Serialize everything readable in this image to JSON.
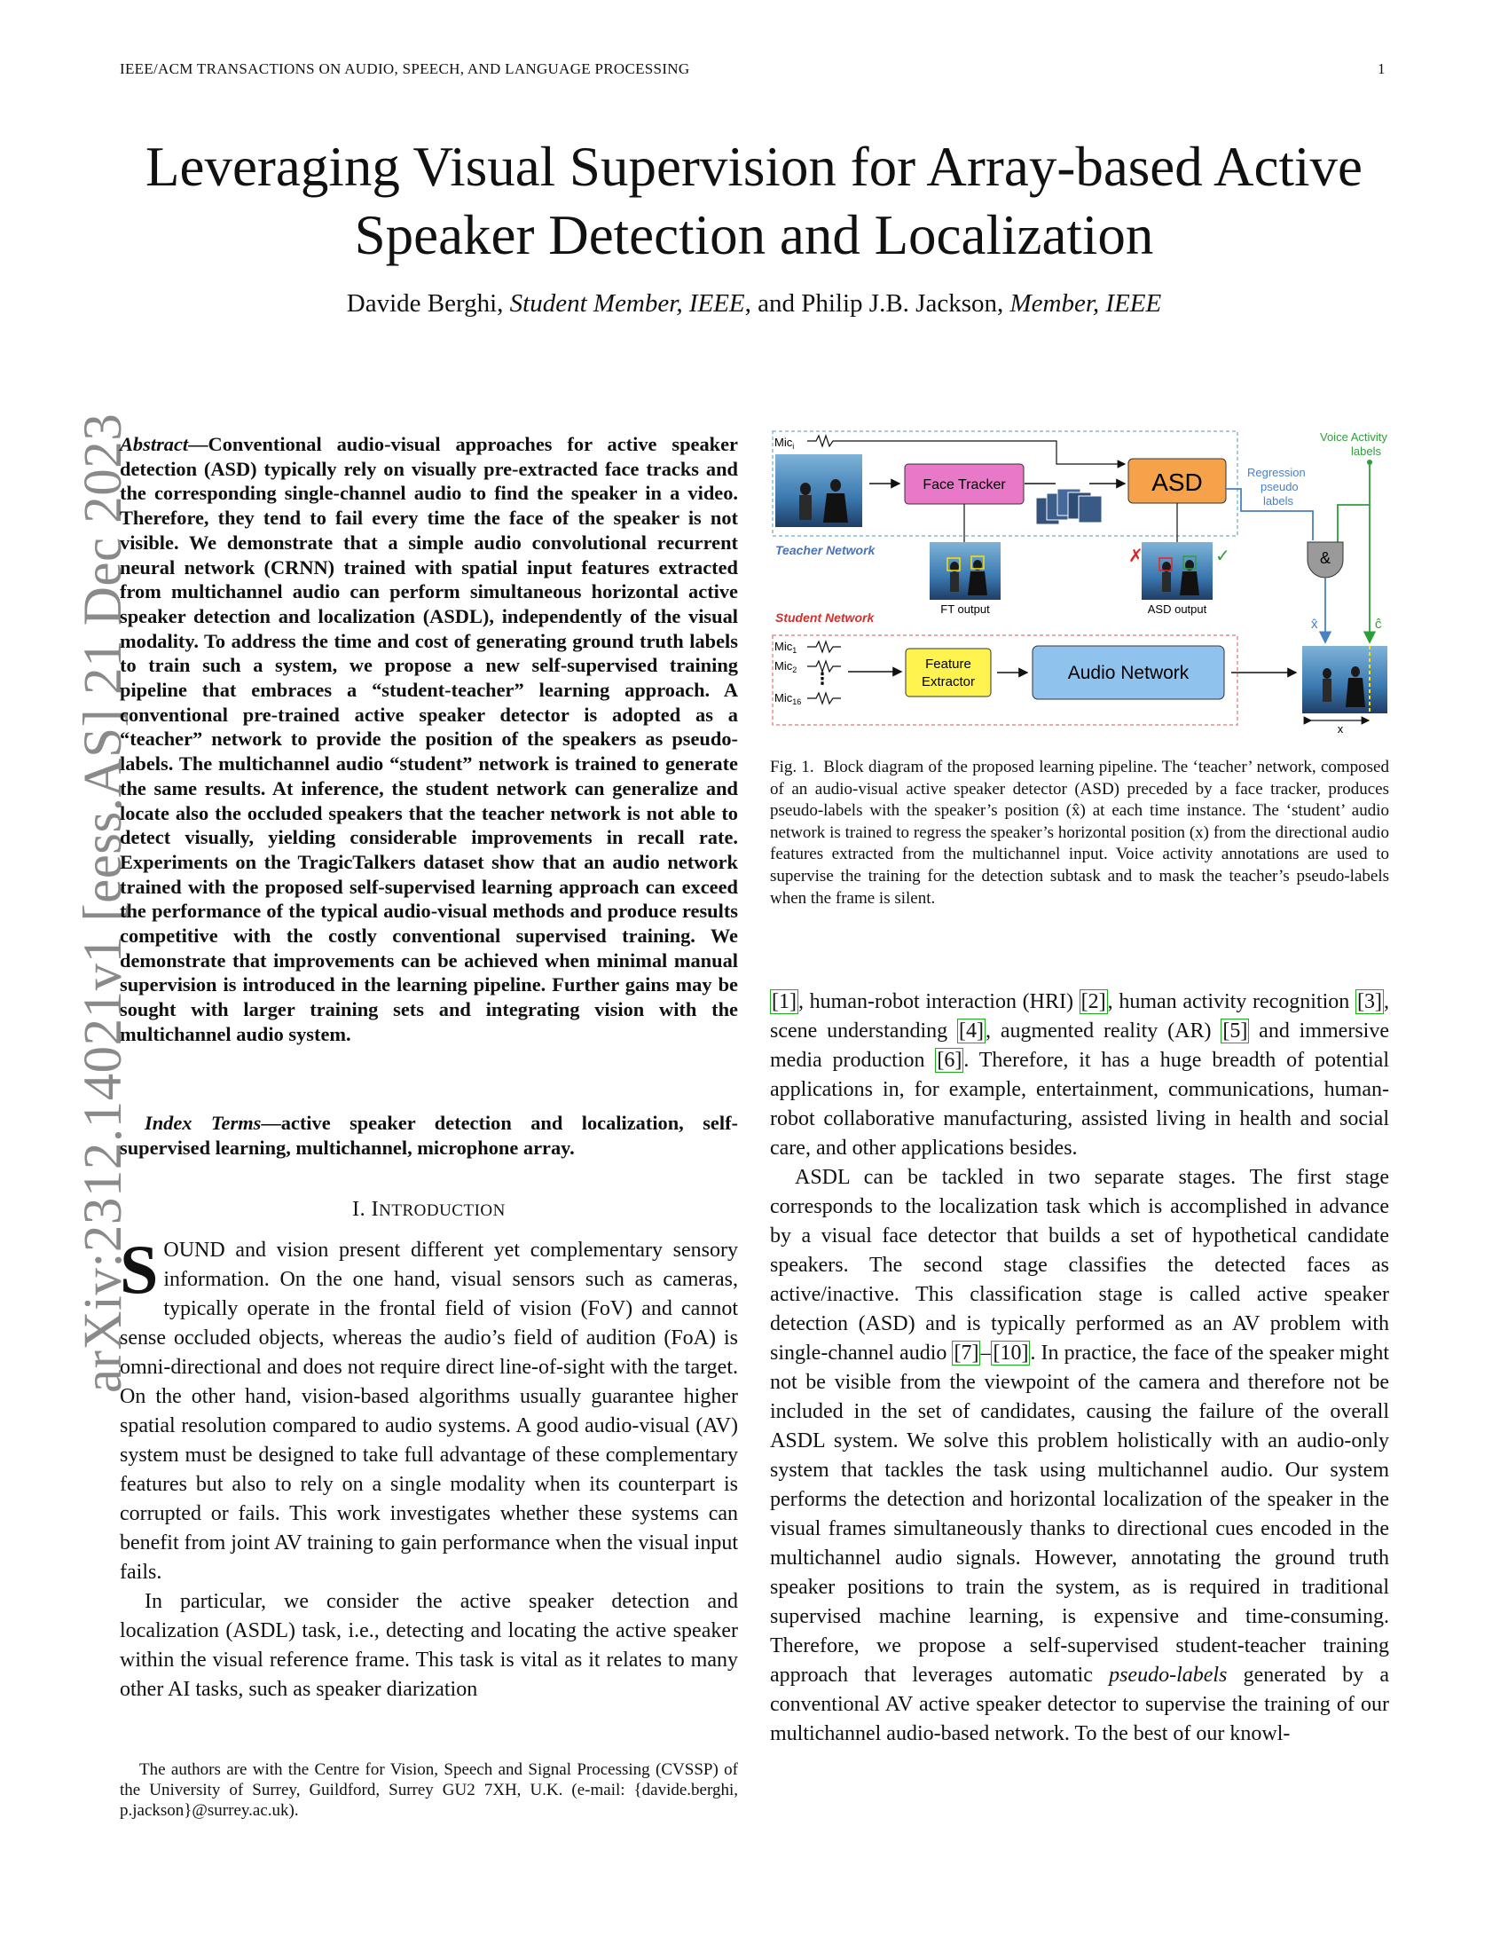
{
  "header": {
    "running_title": "IEEE/ACM TRANSACTIONS ON AUDIO, SPEECH, AND LANGUAGE PROCESSING",
    "page_number": "1"
  },
  "arxiv_id": "arXiv:2312.14021v1  [eess.AS]  21 Dec 2023",
  "title": "Leveraging Visual Supervision for Array-based Active Speaker Detection and Localization",
  "authors": {
    "a1": "Davide Berghi, ",
    "a1_role": "Student Member, IEEE",
    "and": ", and Philip J.B. Jackson, ",
    "a2_role": "Member, IEEE"
  },
  "abstract": {
    "label": "Abstract",
    "text": "—Conventional audio-visual approaches for active speaker detection (ASD) typically rely on visually pre-extracted face tracks and the corresponding single-channel audio to find the speaker in a video. Therefore, they tend to fail every time the face of the speaker is not visible. We demonstrate that a simple audio convolutional recurrent neural network (CRNN) trained with spatial input features extracted from multichannel audio can perform simultaneous horizontal active speaker detection and localization (ASDL), independently of the visual modality. To address the time and cost of generating ground truth labels to train such a system, we propose a new self-supervised training pipeline that embraces a “student-teacher” learning approach. A conventional pre-trained active speaker detector is adopted as a “teacher” network to provide the position of the speakers as pseudo-labels. The multichannel audio “student” network is trained to generate the same results. At inference, the student network can generalize and locate also the occluded speakers that the teacher network is not able to detect visually, yielding considerable improvements in recall rate. Experiments on the TragicTalkers dataset show that an audio network trained with the proposed self-supervised learning approach can exceed the performance of the typical audio-visual methods and produce results competitive with the costly conventional supervised training. We demonstrate that improvements can be achieved when minimal manual supervision is introduced in the learning pipeline. Further gains may be sought with larger training sets and integrating vision with the multichannel audio system."
  },
  "index_terms": {
    "label": "Index Terms",
    "text": "—active speaker detection and localization, self-supervised learning, multichannel, microphone array."
  },
  "section": {
    "numeral": "I. I",
    "name": "NTRODUCTION"
  },
  "intro": {
    "dropcap": "S",
    "p1": "OUND and vision present different yet complementary sensory information. On the one hand, visual sensors such as cameras, typically operate in the frontal field of vision (FoV) and cannot sense occluded objects, whereas the audio’s field of audition (FoA) is omni-directional and does not require direct line-of-sight with the target. On the other hand, vision-based algorithms usually guarantee higher spatial resolution compared to audio systems. A good audio-visual (AV) system must be designed to take full advantage of these complementary features but also to rely on a single modality when its counterpart is corrupted or fails. This work investigates whether these systems can benefit from joint AV training to gain performance when the visual input fails.",
    "p2": "In particular, we consider the active speaker detection and localization (ASDL) task, i.e., detecting and locating the active speaker within the visual reference frame. This task is vital as it relates to many other AI tasks, such as speaker diarization"
  },
  "footnote": "The authors are with the Centre for Vision, Speech and Signal Processing (CVSSP) of the University of Surrey, Guildford, Surrey GU2 7XH, U.K. (e-mail: {davide.berghi, p.jackson}@surrey.ac.uk).",
  "figure": {
    "mic_i": "Mic",
    "mic_i_sub": "i",
    "face_tracker": "Face Tracker",
    "asd": "ASD",
    "vad_labels_1": "Voice Activity",
    "vad_labels_2": "labels",
    "regression_1": "Regression",
    "regression_2": "pseudo",
    "regression_3": "labels",
    "teacher": "Teacher Network",
    "student": "Student Network",
    "ft_output": "FT output",
    "asd_output": "ASD output",
    "and_gate": "&",
    "x_hat": "x̂",
    "c_hat": "ĉ",
    "mic1": "Mic",
    "mic1_sub": "1",
    "mic2": "Mic",
    "mic2_sub": "2",
    "mic16": "Mic",
    "mic16_sub": "16",
    "feature_1": "Feature",
    "feature_2": "Extractor",
    "audio_network": "Audio Network",
    "x_label": "x",
    "colors": {
      "teacher": "#4a72b8",
      "student": "#d0312d",
      "green": "#2e9e3a",
      "blue": "#4a7fc4",
      "pink": "#e879c8",
      "orange": "#f5a24a",
      "yellow": "#fff44f",
      "audio": "#8fc3ee"
    }
  },
  "caption": {
    "label": "Fig. 1.",
    "text": "Block diagram of the proposed learning pipeline. The ‘teacher’ network, composed of an audio-visual active speaker detector (ASD) preceded by a face tracker, produces pseudo-labels with the speaker’s position (x̂) at each time instance. The ‘student’ audio network is trained to regress the speaker’s horizontal position (x) from the directional audio features extracted from the multichannel input. Voice activity annotations are used to supervise the training for the detection subtask and to mask the teacher’s pseudo-labels when the frame is silent."
  },
  "right_text": {
    "p1": [
      {
        "t": "",
        "c": "[1]"
      },
      {
        "t": ", human-robot interaction (HRI) "
      },
      {
        "c": "[2]"
      },
      {
        "t": ", human activity recognition "
      },
      {
        "c": "[3]"
      },
      {
        "t": ", scene understanding "
      },
      {
        "c": "[4]"
      },
      {
        "t": ", augmented reality (AR) "
      },
      {
        "c": "[5]"
      },
      {
        "t": " and immersive media production "
      },
      {
        "c": "[6]"
      },
      {
        "t": ". Therefore, it has a huge breadth of potential applications in, for example, entertainment, communications, human-robot collaborative manufacturing, assisted living in health and social care, and other applications besides."
      }
    ],
    "p2a": "ASDL can be tackled in two separate stages. The first stage corresponds to the localization task which is accomplished in advance by a visual face detector that builds a set of hypothetical candidate speakers. The second stage classifies the detected faces as active/inactive. This classification stage is called active speaker detection (ASD) and is typically performed as an AV problem with single-channel audio ",
    "cite7": "[7]",
    "dash": "–",
    "cite10": "[10]",
    "p2b": ". In practice, the face of the speaker might not be visible from the viewpoint of the camera and therefore not be included in the set of candidates, causing the failure of the overall ASDL system. We solve this problem holistically with an audio-only system that tackles the task using multichannel audio. Our system performs the detection and horizontal localization of the speaker in the visual frames simultaneously thanks to directional cues encoded in the multichannel audio signals. However, annotating the ground truth speaker positions to train the system, as is required in traditional supervised machine learning, is expensive and time-consuming. Therefore, we propose a self-supervised student-teacher training approach that leverages automatic ",
    "pseudo": "pseudo-labels",
    "p2c": " generated by a conventional AV active speaker detector to supervise the training of our multichannel audio-based network. To the best of our knowl-"
  }
}
